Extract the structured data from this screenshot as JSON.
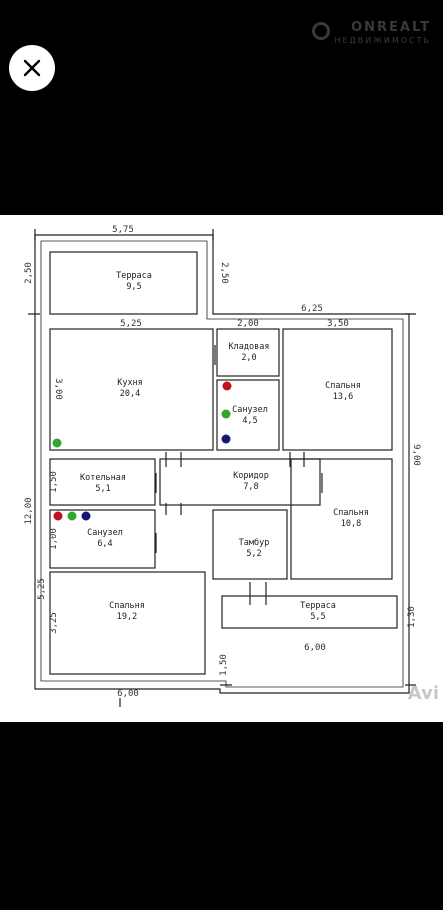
{
  "viewer": {
    "close_icon": "close-icon",
    "watermark_brand": "ONREALT",
    "watermark_sub": "НЕДВИЖИМОСТЬ",
    "avito_mark": "Avi"
  },
  "floorplan": {
    "rooms": {
      "terrace_top": {
        "name": "Терраса",
        "area": "9,5"
      },
      "kitchen": {
        "name": "Кухня",
        "area": "20,4"
      },
      "pantry": {
        "name": "Кладовая",
        "area": "2,0"
      },
      "bath1": {
        "name": "Санузел",
        "area": "4,5"
      },
      "bedroom1": {
        "name": "Спальня",
        "area": "13,6"
      },
      "boiler": {
        "name": "Котельная",
        "area": "5,1"
      },
      "corridor": {
        "name": "Коридор",
        "area": "7,8"
      },
      "bedroom2": {
        "name": "Спальня",
        "area": "10,8"
      },
      "bath2": {
        "name": "Санузел",
        "area": "6,4"
      },
      "vestibule": {
        "name": "Тамбур",
        "area": "5,2"
      },
      "bedroom3": {
        "name": "Спальня",
        "area": "19,2"
      },
      "terrace_bottom": {
        "name": "Терраса",
        "area": "5,5"
      }
    },
    "dimensions": {
      "top_width": "5,75",
      "top_height_left": "2,50",
      "top_height_right": "2,50",
      "main_width": "6,25",
      "kitchen_width": "5,25",
      "pantry_width": "2,00",
      "bedroom1_width": "3,50",
      "kitchen_height": "3,00",
      "right_height": "9,00",
      "boiler_height": "1,50",
      "total_height": "12,00",
      "bath2_height": "1,00",
      "left_lower": "5,25",
      "bedroom3_height": "3,25",
      "terrace_bottom_height": "1,30",
      "bottom_right_width": "6,00",
      "notch_height": "1,50",
      "bottom_width": "6,00"
    },
    "markers": {
      "red": "#c0121e",
      "green": "#2fa82f",
      "blue": "#16167a"
    }
  }
}
